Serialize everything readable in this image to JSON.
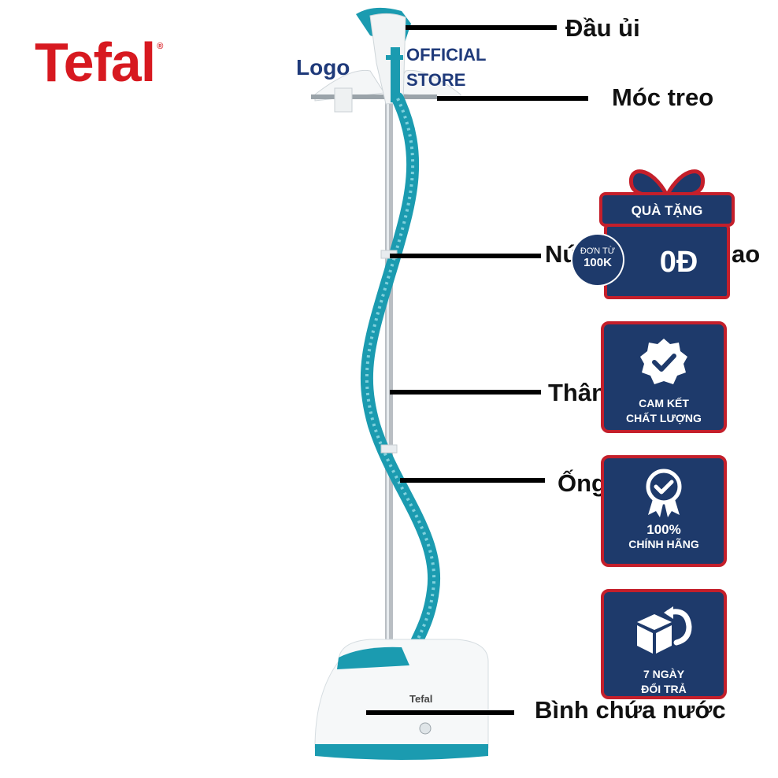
{
  "brand": {
    "name": "Tefal",
    "mark": "®",
    "color": "#d71920"
  },
  "watermark": {
    "logo": "Logo",
    "store_line1": "OFFICIAL",
    "store_line2": "STORE"
  },
  "product_labels": {
    "head": "Đầu ủi",
    "hanger": "Móc treo",
    "height_button": "Nú",
    "height_button_tail": "ao",
    "body": "Thân",
    "hose": "Ống",
    "water_tank": "Bình chứa nước"
  },
  "product_brand_on_tank": "Tefal",
  "gift_badge": {
    "title": "QUÀ TẶNG",
    "min_order_line1": "ĐƠN TỪ",
    "min_order_line2": "100K",
    "price": "0Đ"
  },
  "badges": [
    {
      "line1": "CAM KẾT",
      "line2": "CHẤT LƯỢNG",
      "icon": "check-seal-icon"
    },
    {
      "line1": "100%",
      "line2": "CHÍNH HÃNG",
      "icon": "award-ribbon-icon"
    },
    {
      "line1": "7 NGÀY",
      "line2": "ĐỔI TRẢ",
      "icon": "return-box-icon"
    }
  ],
  "colors": {
    "navy": "#1e3a6b",
    "red": "#c41f2b",
    "teal": "#1b9bb0",
    "logo_blue": "#1f3a7a"
  }
}
